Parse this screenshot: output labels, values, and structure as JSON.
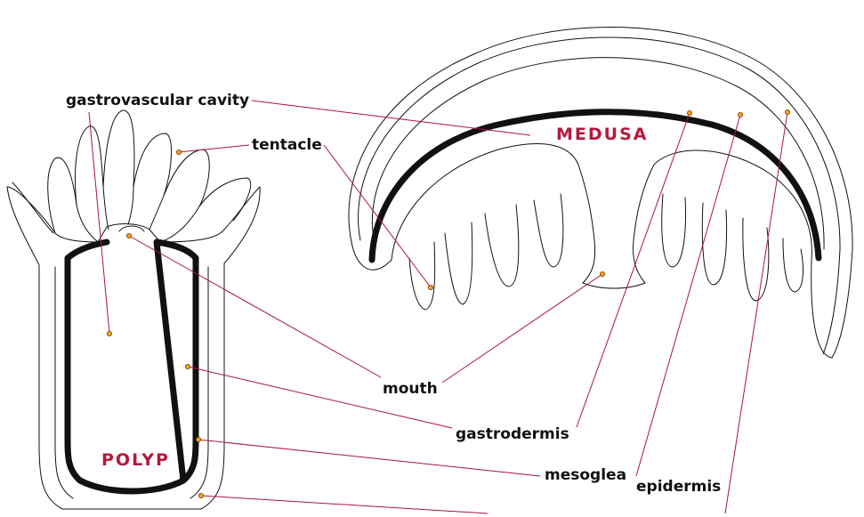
{
  "colors": {
    "accent": "#b5173c",
    "leader": "#a8163a",
    "dot": "#f7a21b",
    "outline": "#111111",
    "background": "#ffffff"
  },
  "titles": {
    "polyp": "POLYP",
    "medusa": "MEDUSA"
  },
  "labels": {
    "gastrovascular_cavity": "gastrovascular cavity",
    "tentacle": "tentacle",
    "mouth": "mouth",
    "gastrodermis": "gastrodermis",
    "mesoglea": "mesoglea",
    "epidermis": "epidermis"
  }
}
